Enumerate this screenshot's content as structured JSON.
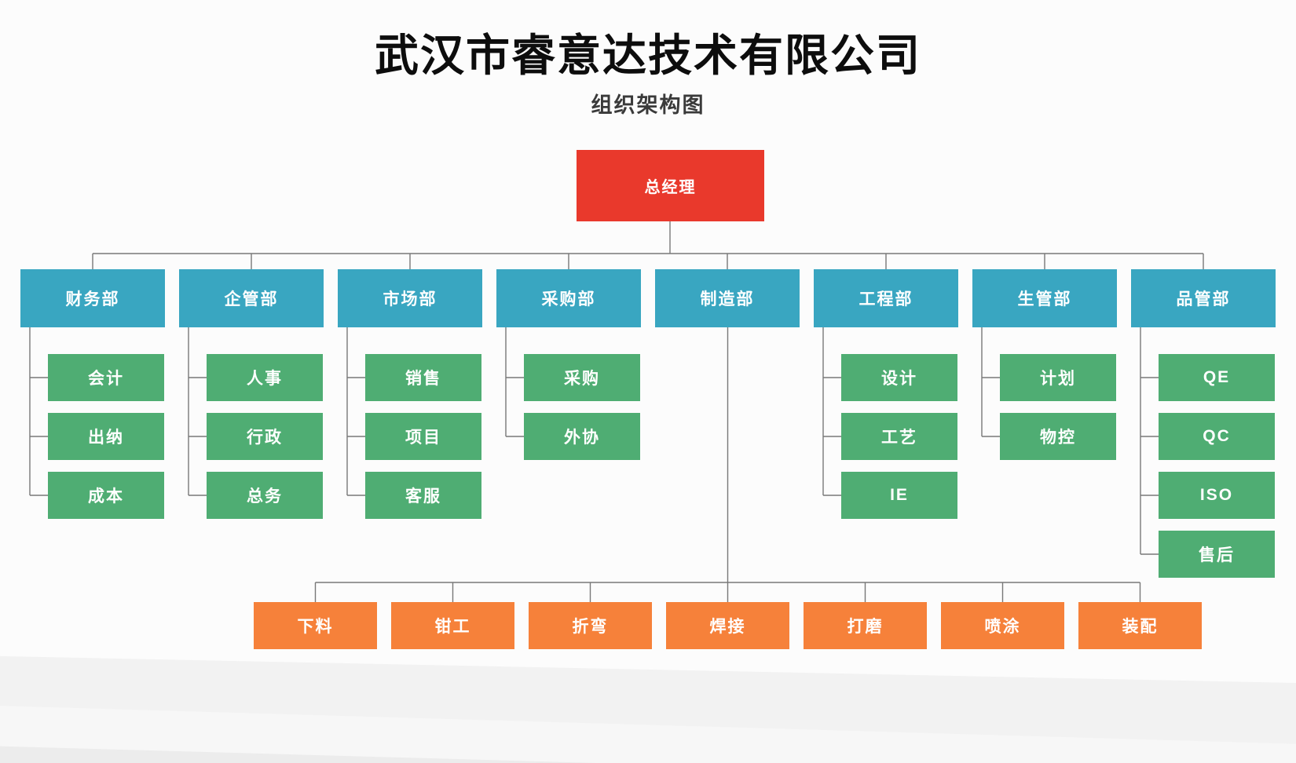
{
  "header": {
    "company": "武汉市睿意达技术有限公司",
    "subtitle": "组织架构图"
  },
  "root": {
    "label": "总经理"
  },
  "departments": [
    {
      "label": "财务部",
      "children": [
        "会计",
        "出纳",
        "成本"
      ]
    },
    {
      "label": "企管部",
      "children": [
        "人事",
        "行政",
        "总务"
      ]
    },
    {
      "label": "市场部",
      "children": [
        "销售",
        "项目",
        "客服"
      ]
    },
    {
      "label": "采购部",
      "children": [
        "采购",
        "外协"
      ]
    },
    {
      "label": "制造部",
      "children": []
    },
    {
      "label": "工程部",
      "children": [
        "设计",
        "工艺",
        "IE"
      ]
    },
    {
      "label": "生管部",
      "children": [
        "计划",
        "物控"
      ]
    },
    {
      "label": "品管部",
      "children": [
        "QE",
        "QC",
        "ISO",
        "售后"
      ]
    }
  ],
  "workshops": [
    "下料",
    "钳工",
    "折弯",
    "焊接",
    "打磨",
    "喷涂",
    "装配"
  ],
  "colors": {
    "root": "#e9392c",
    "department": "#39a6c1",
    "section": "#4fad73",
    "workshop": "#f6813a",
    "connector": "#787878"
  }
}
